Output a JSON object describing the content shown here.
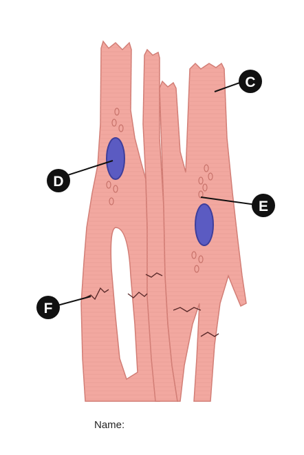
{
  "labels": {
    "c": "C",
    "d": "D",
    "e": "E",
    "f": "F"
  },
  "footer": {
    "name_label": "Name:"
  },
  "colors": {
    "cell_fill": "#f2a8a0",
    "cell_stroke": "#d17c74",
    "striation": "#e0928a",
    "nucleus": "#5b5bc2",
    "nucleus_edge": "#3e3e9a",
    "intercalated_disc": "#5a2a2a",
    "marker_fill": "#111111",
    "marker_text": "#ffffff"
  }
}
